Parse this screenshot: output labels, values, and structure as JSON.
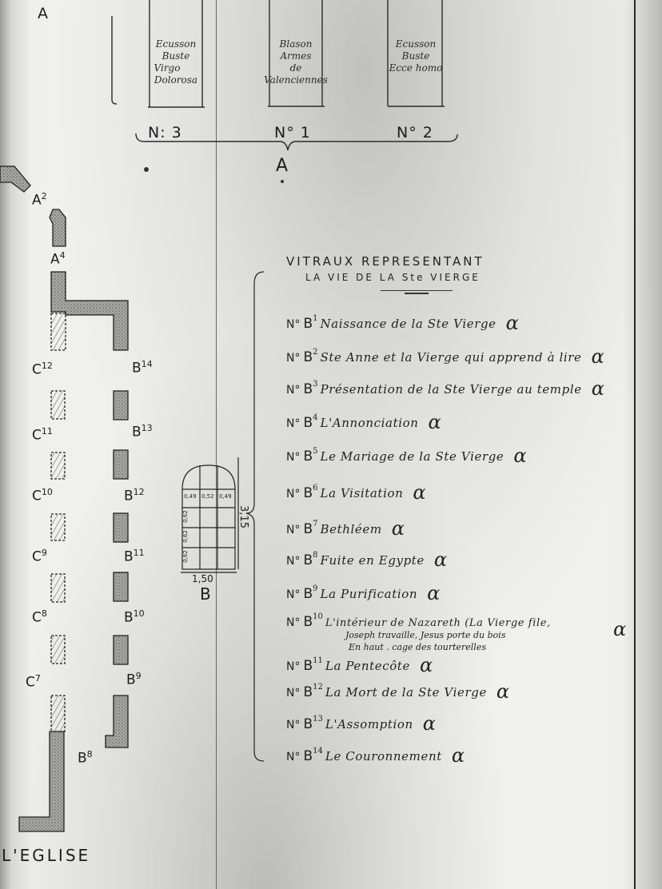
{
  "document": {
    "corner_label": "A",
    "church_label": "L'EGLISE"
  },
  "top_panels": {
    "group_label": "A",
    "panels": [
      {
        "number": "N: 3",
        "lines": [
          "Ecusson",
          "Buste",
          "Virgo",
          "Dolorosa"
        ]
      },
      {
        "number": "N° 1",
        "lines": [
          "Blason",
          "Armes",
          "de",
          "Valenciennes"
        ]
      },
      {
        "number": "N° 2",
        "lines": [
          "Ecusson",
          "Buste",
          "Ecce homo"
        ]
      }
    ]
  },
  "plan": {
    "labels": {
      "a2": {
        "base": "A",
        "sup": "2"
      },
      "a4": {
        "base": "A",
        "sup": "4"
      },
      "c12": {
        "base": "C",
        "sup": "12"
      },
      "c11": {
        "base": "C",
        "sup": "11"
      },
      "c10": {
        "base": "C",
        "sup": "10"
      },
      "c9": {
        "base": "C",
        "sup": "9"
      },
      "c8": {
        "base": "C",
        "sup": "8"
      },
      "c7": {
        "base": "C",
        "sup": "7"
      },
      "b14": {
        "base": "B",
        "sup": "14"
      },
      "b13": {
        "base": "B",
        "sup": "13"
      },
      "b12": {
        "base": "B",
        "sup": "12"
      },
      "b11": {
        "base": "B",
        "sup": "11"
      },
      "b10": {
        "base": "B",
        "sup": "10"
      },
      "b9": {
        "base": "B",
        "sup": "9"
      },
      "b8": {
        "base": "B",
        "sup": "8"
      }
    }
  },
  "window_detail": {
    "label": "B",
    "width": "1,50",
    "height": "3,15",
    "top_row": [
      "0,49",
      "0,52",
      "0,49"
    ],
    "left_col": [
      "0,62",
      "0,62",
      "0,62"
    ]
  },
  "legend": {
    "title_line1": "VITRAUX REPRESENTANT",
    "title_line2": "LA VIE DE LA Ste VIERGE",
    "prefix": "N°",
    "mark": "α",
    "entries": [
      {
        "base": "B",
        "sup": "1",
        "text": "Naissance de la Ste Vierge"
      },
      {
        "base": "B",
        "sup": "2",
        "text": "Ste Anne et la Vierge qui apprend à lire"
      },
      {
        "base": "B",
        "sup": "3",
        "text": "Présentation de la Ste Vierge au temple"
      },
      {
        "base": "B",
        "sup": "4",
        "text": "L'Annonciation"
      },
      {
        "base": "B",
        "sup": "5",
        "text": "Le Mariage de la Ste Vierge"
      },
      {
        "base": "B",
        "sup": "6",
        "text": "La Visitation"
      },
      {
        "base": "B",
        "sup": "7",
        "text": "Bethléem"
      },
      {
        "base": "B",
        "sup": "8",
        "text": "Fuite en Egypte"
      },
      {
        "base": "B",
        "sup": "9",
        "text": "La Purification"
      },
      {
        "base": "B",
        "sup": "10",
        "text": "L'intérieur de Nazareth (La Vierge file,",
        "sub_lines": [
          "Joseph travaille, Jesus porte du bois",
          "En haut . cage des tourterelles"
        ]
      },
      {
        "base": "B",
        "sup": "11",
        "text": "La Pentecôte"
      },
      {
        "base": "B",
        "sup": "12",
        "text": "La Mort de la Ste Vierge"
      },
      {
        "base": "B",
        "sup": "13",
        "text": "L'Assomption"
      },
      {
        "base": "B",
        "sup": "14",
        "text": "Le Couronnement"
      }
    ]
  }
}
